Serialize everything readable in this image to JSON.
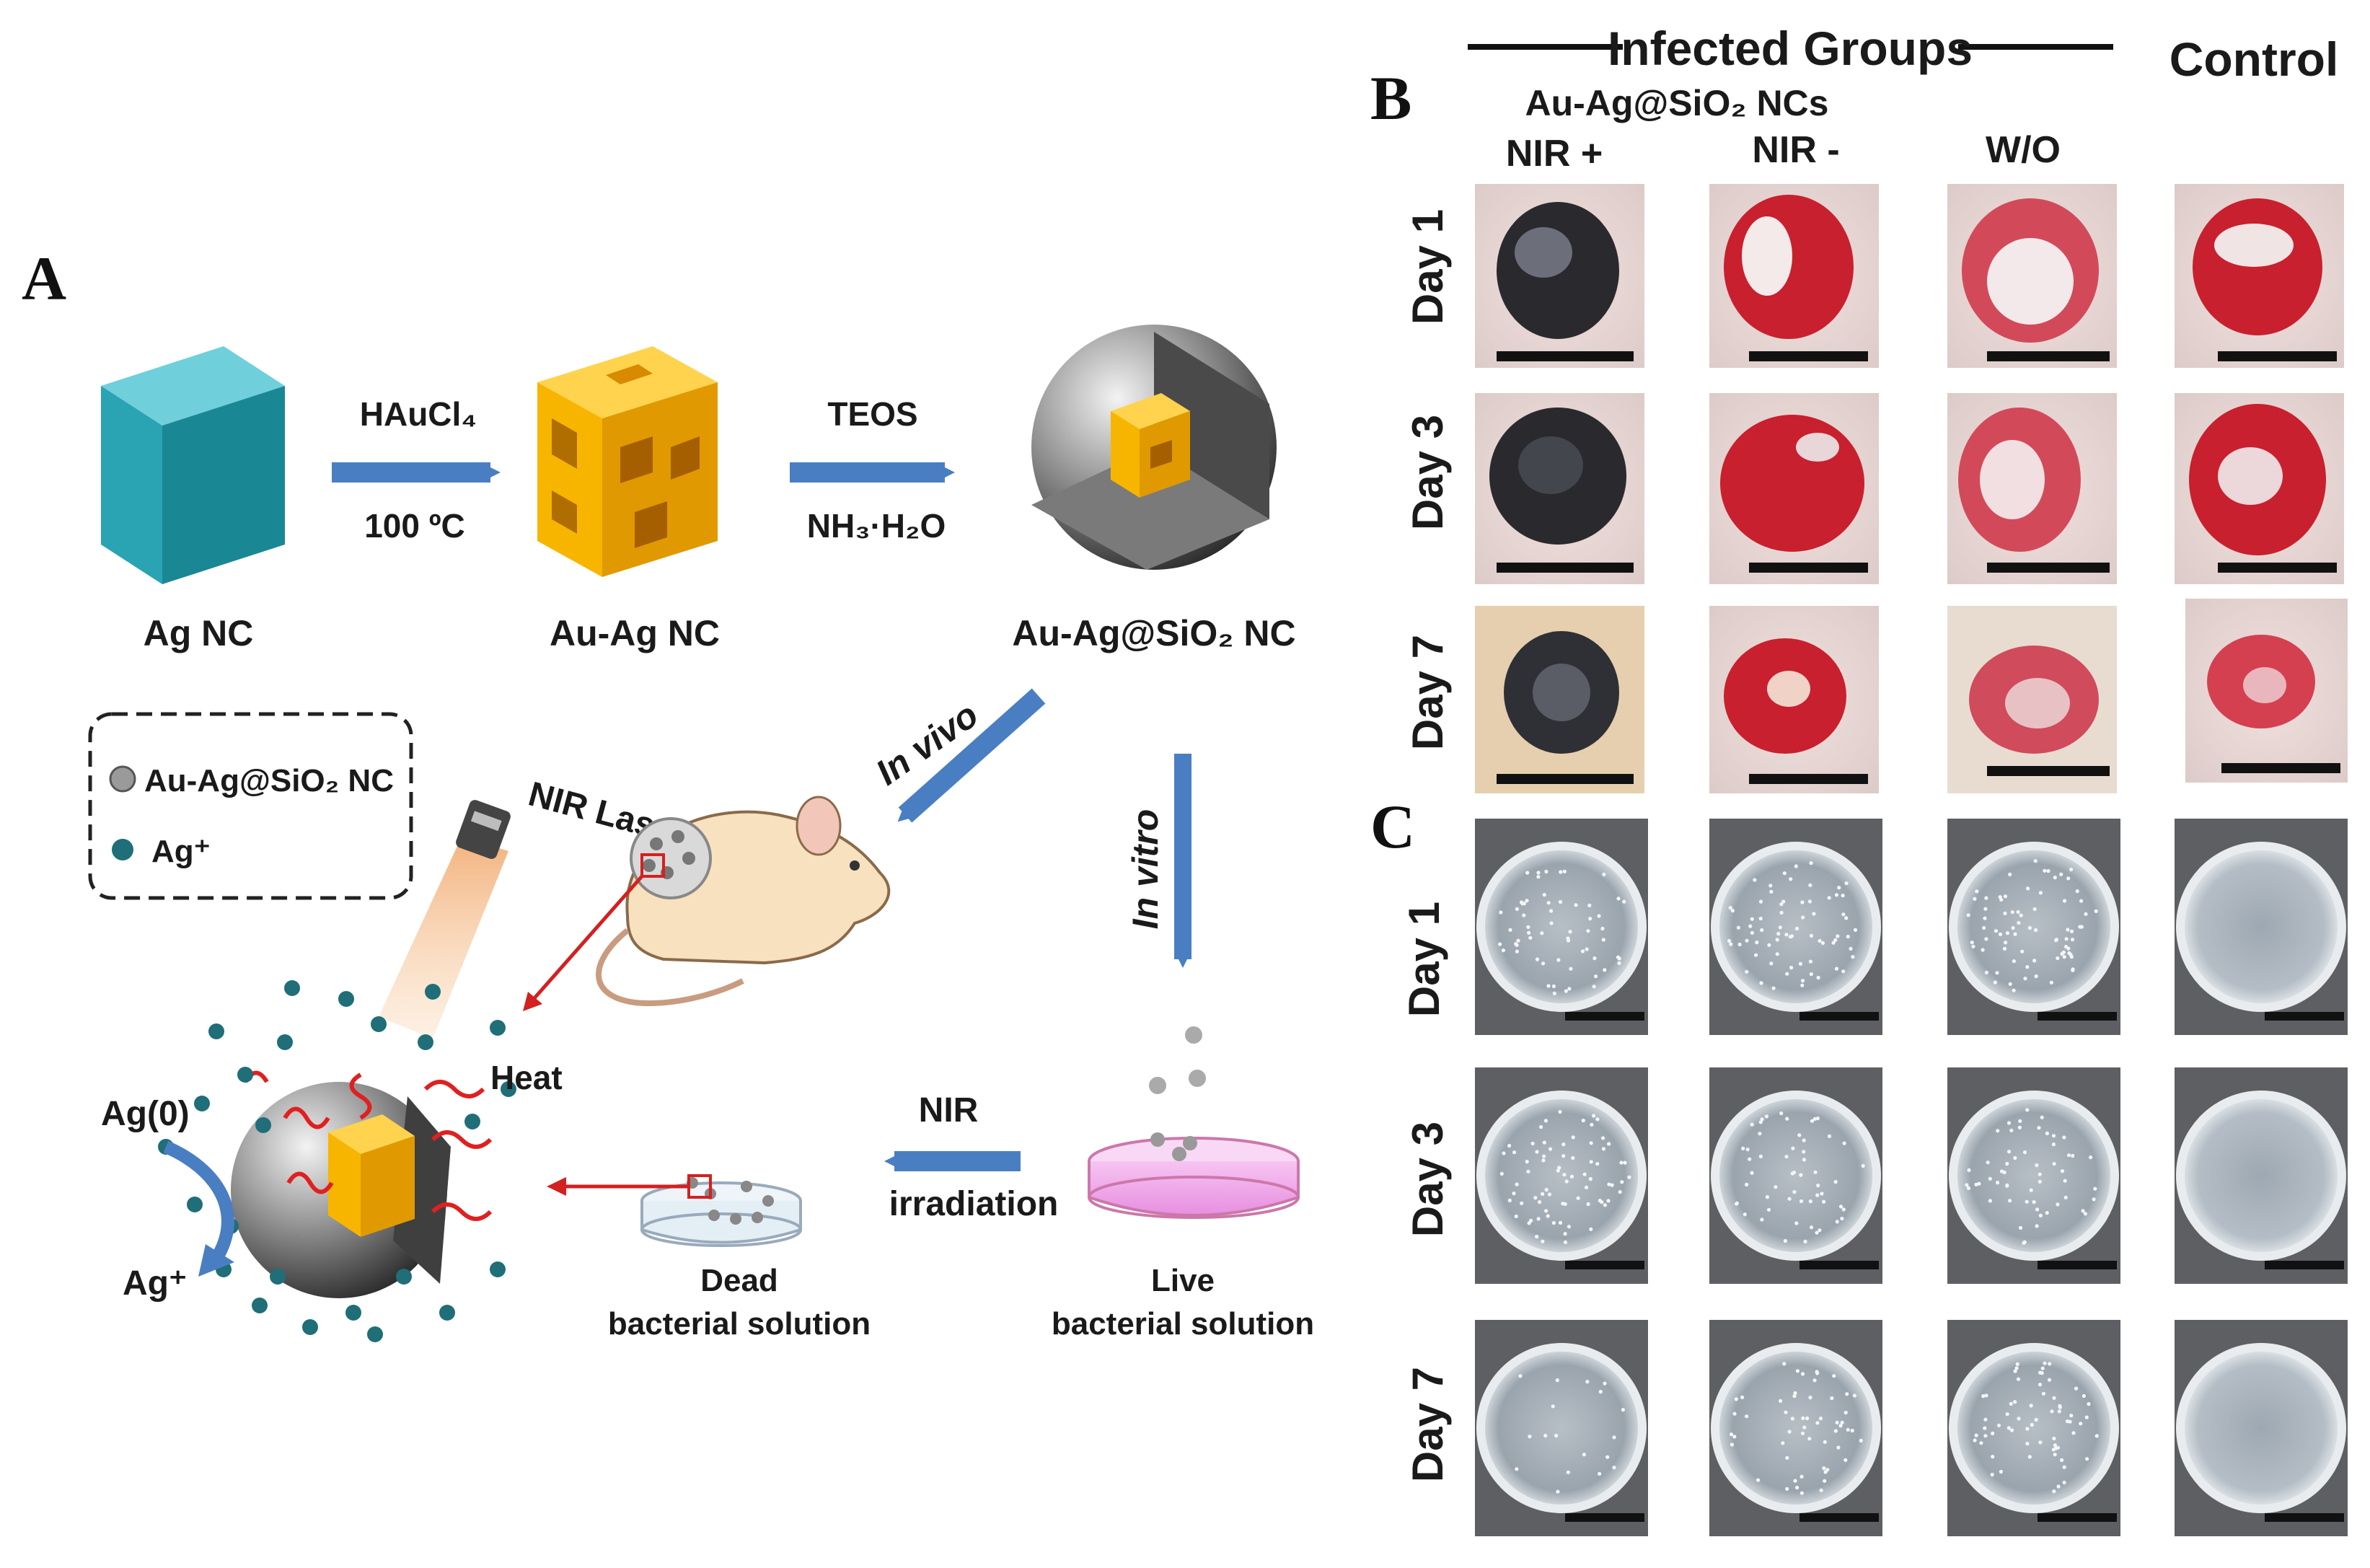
{
  "panel_a": {
    "label": "A",
    "ag_nc": "Ag NC",
    "au_ag_nc": "Au-Ag NC",
    "au_ag_sio2_nc": "Au-Ag@SiO₂ NC",
    "step1_reagent": "HAuCl₄",
    "step1_condition": "100 ºC",
    "step2_reagent": "TEOS",
    "step2_condition": "NH₃·H₂O",
    "in_vivo": "In vivo",
    "in_vitro": "In vitro",
    "nir_laser": "NIR Laser",
    "heat": "Heat",
    "ag0": "Ag(0)",
    "ag_plus": "Ag⁺",
    "nir": "NIR",
    "irradiation": "irradiation",
    "dead_1": "Dead",
    "dead_2": "bacterial solution",
    "live_1": "Live",
    "live_2": "bacterial solution",
    "legend": {
      "item1": "Au-Ag@SiO₂ NC",
      "item2": "Ag⁺"
    }
  },
  "panel_b": {
    "label": "B",
    "group_header": "Infected Groups",
    "control": "Control",
    "subheader": "Au-Ag@SiO₂ NCs",
    "columns": [
      "NIR +",
      "NIR -",
      "W/O"
    ],
    "rows": [
      "Day 1",
      "Day 3",
      "Day 7"
    ]
  },
  "panel_c": {
    "label": "C",
    "rows": [
      "Day 1",
      "Day 3",
      "Day 7"
    ]
  },
  "colors": {
    "arrow": "#4a7ec2",
    "ag_cube": "#2aa3b3",
    "gold": "#f7b500",
    "shell": "#6b6b6b",
    "red_arrow": "#d42020",
    "ion": "#1f6e78",
    "wound_red": "#c8202e",
    "wound_black": "#2a2a2e"
  }
}
